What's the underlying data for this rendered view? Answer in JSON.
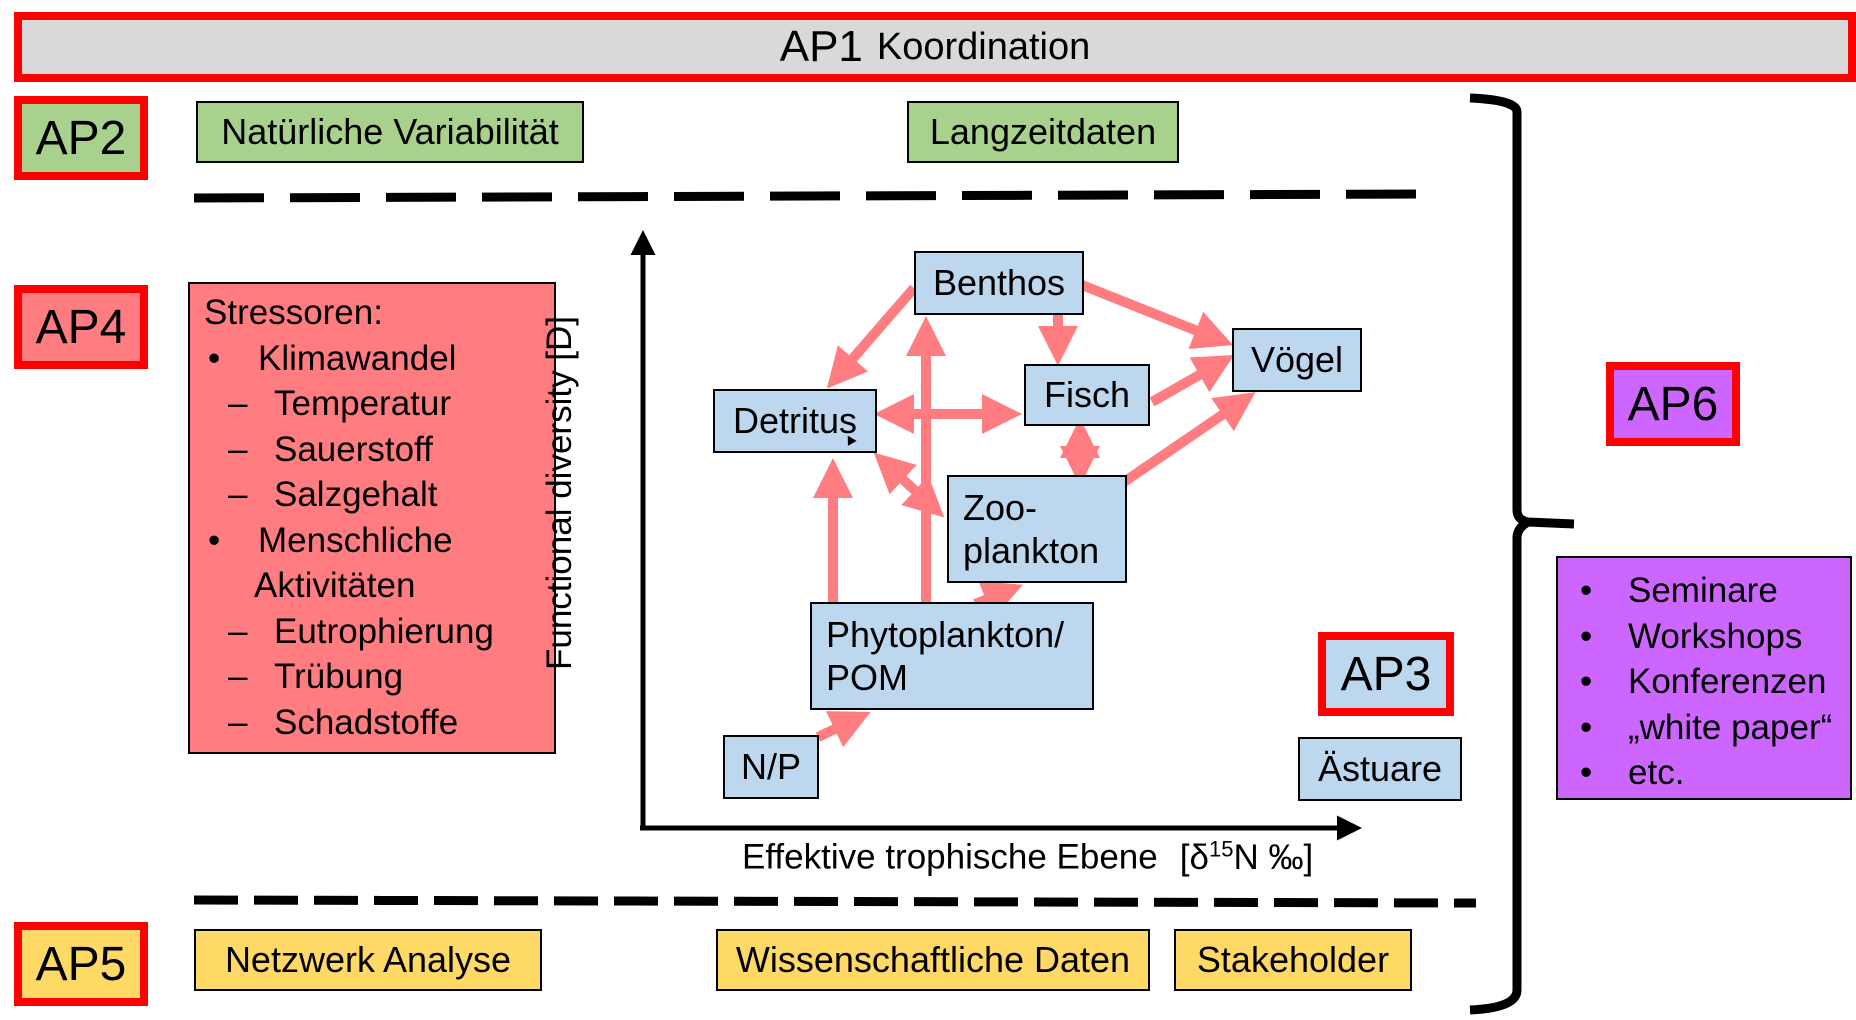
{
  "ap1": {
    "code": "AP1",
    "title": "Koordination"
  },
  "ap2": {
    "code": "AP2",
    "items": [
      "Natürliche Variabilität",
      "Langzeitdaten"
    ]
  },
  "ap3": {
    "code": "AP3",
    "region": "Ästuare",
    "axes": {
      "y_label": "Functional diversity [D]",
      "x_label": "Effektive trophische Ebene",
      "x_unit_prefix": "[δ",
      "x_unit_sup": "15",
      "x_unit_suffix": "N ‰]"
    },
    "nodes": {
      "benthos": "Benthos",
      "voegel": "Vögel",
      "fisch": "Fisch",
      "detritus": "Detritus",
      "zoo_line1": "Zoo-",
      "zoo_line2": "plankton",
      "phyto_line1": "Phytoplankton/",
      "phyto_line2": "POM",
      "np": "N/P"
    },
    "links": [
      {
        "from": "Benthos",
        "to": "Detritus",
        "direction": "one-way"
      },
      {
        "from": "Benthos",
        "to": "Fisch",
        "direction": "one-way"
      },
      {
        "from": "Benthos",
        "to": "Vögel",
        "direction": "one-way"
      },
      {
        "from": "Fisch",
        "to": "Vögel",
        "direction": "one-way"
      },
      {
        "from": "Zooplankton",
        "to": "Vögel",
        "direction": "one-way"
      },
      {
        "from": "Detritus",
        "to": "Fisch",
        "direction": "two-way"
      },
      {
        "from": "Fisch",
        "to": "Zooplankton",
        "direction": "two-way"
      },
      {
        "from": "Detritus",
        "to": "Zooplankton",
        "direction": "two-way"
      },
      {
        "from": "Phytoplankton/POM",
        "to": "Detritus",
        "direction": "one-way"
      },
      {
        "from": "Phytoplankton/POM",
        "to": "Benthos",
        "direction": "one-way"
      },
      {
        "from": "Phytoplankton/POM",
        "to": "Zooplankton",
        "direction": "one-way"
      },
      {
        "from": "N/P",
        "to": "Phytoplankton/POM",
        "direction": "one-way"
      }
    ]
  },
  "ap4": {
    "code": "AP4",
    "heading": "Stressoren:",
    "groups": [
      {
        "label": "Klimawandel",
        "subs": [
          "Temperatur",
          "Sauerstoff",
          "Salzgehalt"
        ]
      },
      {
        "label_line1": "Menschliche",
        "label_line2": "Aktivitäten",
        "subs": [
          "Eutrophierung",
          "Trübung",
          "Schadstoffe"
        ]
      }
    ],
    "bullet": "•",
    "dash": "–"
  },
  "ap5": {
    "code": "AP5",
    "items": [
      "Netzwerk Analyse",
      "Wissenschaftliche Daten",
      "Stakeholder"
    ]
  },
  "ap6": {
    "code": "AP6",
    "bullet": "•",
    "items": [
      "Seminare",
      "Workshops",
      "Konferenzen",
      "„white paper“",
      "etc."
    ]
  },
  "colors": {
    "frame_red": "#ff0000",
    "ap1_gray": "#d9d9d9",
    "ap2_green": "#a9d18e",
    "ap3_blue": "#bdd7ee",
    "ap4_red": "#ff7c80",
    "ap5_yellow": "#ffd966",
    "ap6_purple": "#cc66ff",
    "arrow_pink": "#ff7c80"
  }
}
